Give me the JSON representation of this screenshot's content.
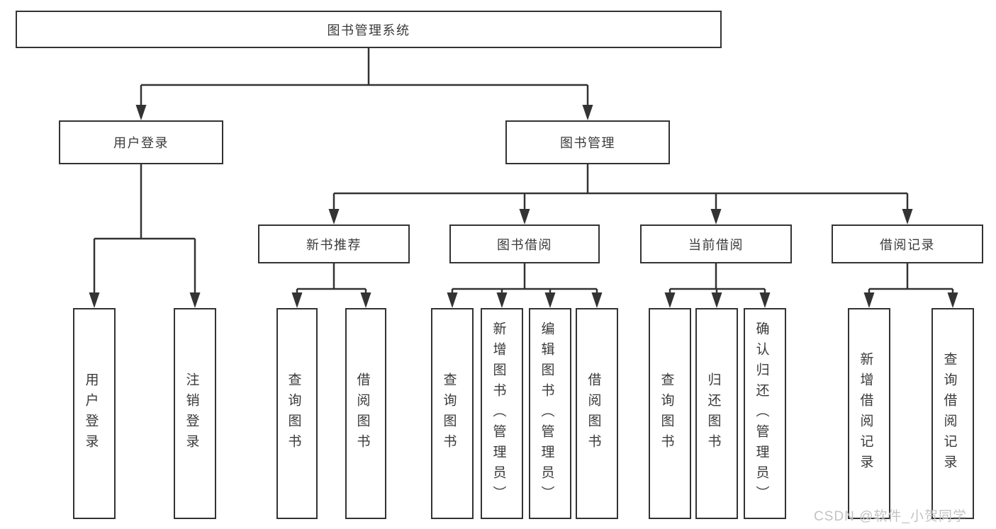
{
  "diagram_type": "hierarchy-tree",
  "tree": {
    "label": "图书管理系统",
    "children": [
      {
        "label": "用户登录",
        "children": [
          {
            "label": "用户登录"
          },
          {
            "label": "注销登录"
          }
        ]
      },
      {
        "label": "图书管理",
        "children": [
          {
            "label": "新书推荐",
            "children": [
              {
                "label": "查询图书"
              },
              {
                "label": "借阅图书"
              }
            ]
          },
          {
            "label": "图书借阅",
            "children": [
              {
                "label": "查询图书"
              },
              {
                "label": "新增图书（管理员）"
              },
              {
                "label": "编辑图书（管理员）"
              },
              {
                "label": "借阅图书"
              }
            ]
          },
          {
            "label": "当前借阅",
            "children": [
              {
                "label": "查询图书"
              },
              {
                "label": "归还图书"
              },
              {
                "label": "确认归还（管理员）"
              }
            ]
          },
          {
            "label": "借阅记录",
            "children": [
              {
                "label": "新增借阅记录"
              },
              {
                "label": "查询借阅记录"
              }
            ]
          }
        ]
      }
    ]
  },
  "watermark": {
    "text": "CSDN @软件_小贺同学"
  },
  "colors": {
    "line": "#333333",
    "node_border": "#333333",
    "node_text": "#3a3a3a",
    "background": "#ffffff",
    "watermark": "#c3c3c3"
  }
}
